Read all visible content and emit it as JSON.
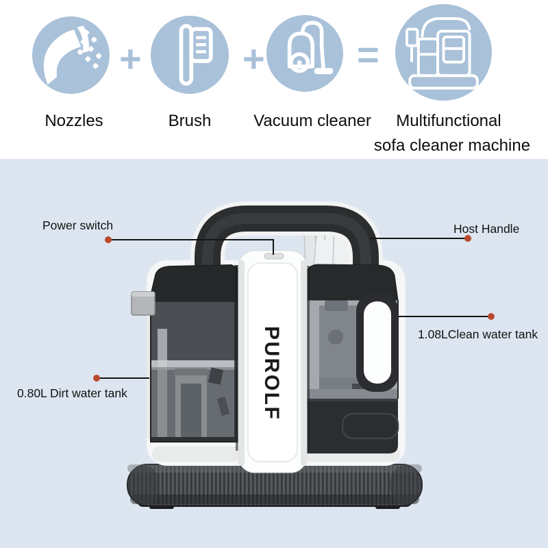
{
  "formula": {
    "icon_color": "#a9c1d9",
    "items": [
      {
        "label": "Nozzles",
        "icon": "shower-nozzle"
      },
      {
        "label": "Brush",
        "icon": "brush"
      },
      {
        "label": "Vacuum cleaner",
        "icon": "vacuum-cleaner"
      },
      {
        "label": "Multifunctional",
        "label_line2": "sofa cleaner machine",
        "icon": "multifunction-machine"
      }
    ],
    "operators": [
      "+",
      "+",
      "="
    ]
  },
  "product": {
    "brand": "PUROLF",
    "callouts": {
      "power_switch": "Power switch",
      "host_handle": "Host Handle",
      "clean_water_tank": "1.08LClean water tank",
      "dirt_water_tank": "0.80L Dirt water tank"
    },
    "colors": {
      "background_upper": "#ffffff",
      "background_lower": "#dde6f0",
      "callout_dot": "#b9492e",
      "callout_line": "#141414",
      "handle_black": "#2b2d2f",
      "body_white": "#f6f7f7"
    }
  }
}
